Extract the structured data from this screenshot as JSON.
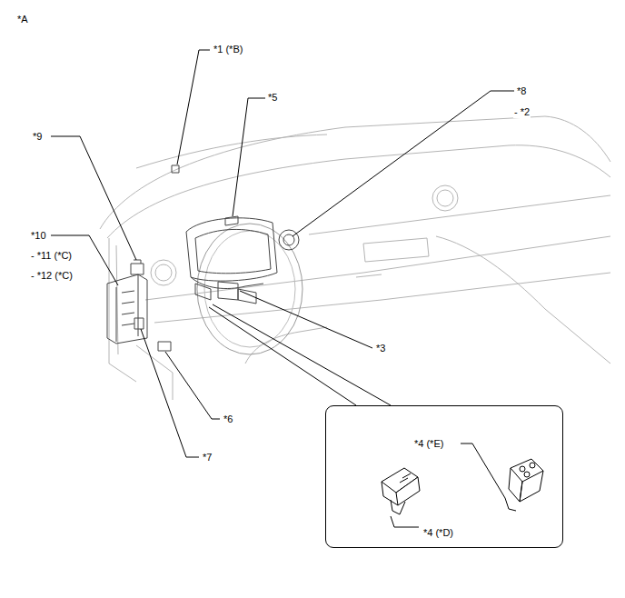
{
  "diagram": {
    "nodes": [
      {
        "text": [
          "*4 (*E)",
          "*4 (*D)"
        ]
      }
    ],
    "labels": [
      "*A",
      "*1 (*B)",
      "*5",
      "*8",
      "- *2",
      "*9",
      "*10",
      "- *11 (*C)",
      "- *12 (*C)",
      "*3",
      "*6",
      "*7"
    ]
  }
}
